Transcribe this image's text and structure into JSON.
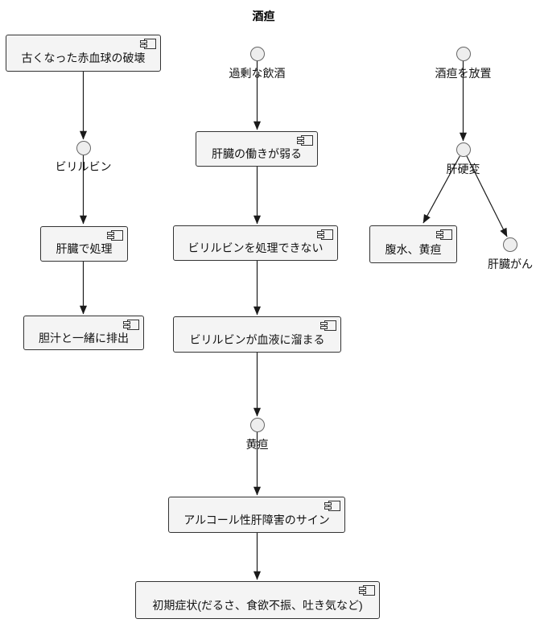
{
  "title": "酒疸",
  "diagram_type": "flowchart",
  "icons": {
    "box_badge": "component-icon"
  },
  "colors": {
    "background": "#ffffff",
    "box_fill": "#f4f4f4",
    "box_border": "#333333",
    "circle_fill": "#eeeeee",
    "circle_border": "#666666",
    "edge_line": "#1a1a1a",
    "text": "#111111"
  },
  "nodes": {
    "old_rbc": "古くなった赤血球の破壊",
    "bilirubin": "ビリルビン",
    "liver_process": "肝臓で処理",
    "bile_excrete": "胆汁と一緒に排出",
    "excess_drinking": "過剰な飲酒",
    "liver_weakens": "肝臓の働きが弱る",
    "cannot_process": "ビリルビンを処理できない",
    "blood_accumulate": "ビリルビンが血液に溜まる",
    "jaundice": "黄疸",
    "alcohol_sign": "アルコール性肝障害のサイン",
    "initial_symptoms": "初期症状(だるさ、食欲不振、吐き気など)",
    "neglect": "酒疸を放置",
    "cirrhosis": "肝硬変",
    "ascites": "腹水、黄疸",
    "liver_cancer": "肝臓がん"
  },
  "edges": [
    {
      "from": "old_rbc",
      "to": "bilirubin"
    },
    {
      "from": "bilirubin",
      "to": "liver_process"
    },
    {
      "from": "liver_process",
      "to": "bile_excrete"
    },
    {
      "from": "excess_drinking",
      "to": "liver_weakens"
    },
    {
      "from": "liver_weakens",
      "to": "cannot_process"
    },
    {
      "from": "cannot_process",
      "to": "blood_accumulate"
    },
    {
      "from": "blood_accumulate",
      "to": "jaundice"
    },
    {
      "from": "jaundice",
      "to": "alcohol_sign"
    },
    {
      "from": "alcohol_sign",
      "to": "initial_symptoms"
    },
    {
      "from": "neglect",
      "to": "cirrhosis"
    },
    {
      "from": "cirrhosis",
      "to": "ascites"
    },
    {
      "from": "cirrhosis",
      "to": "liver_cancer"
    }
  ]
}
